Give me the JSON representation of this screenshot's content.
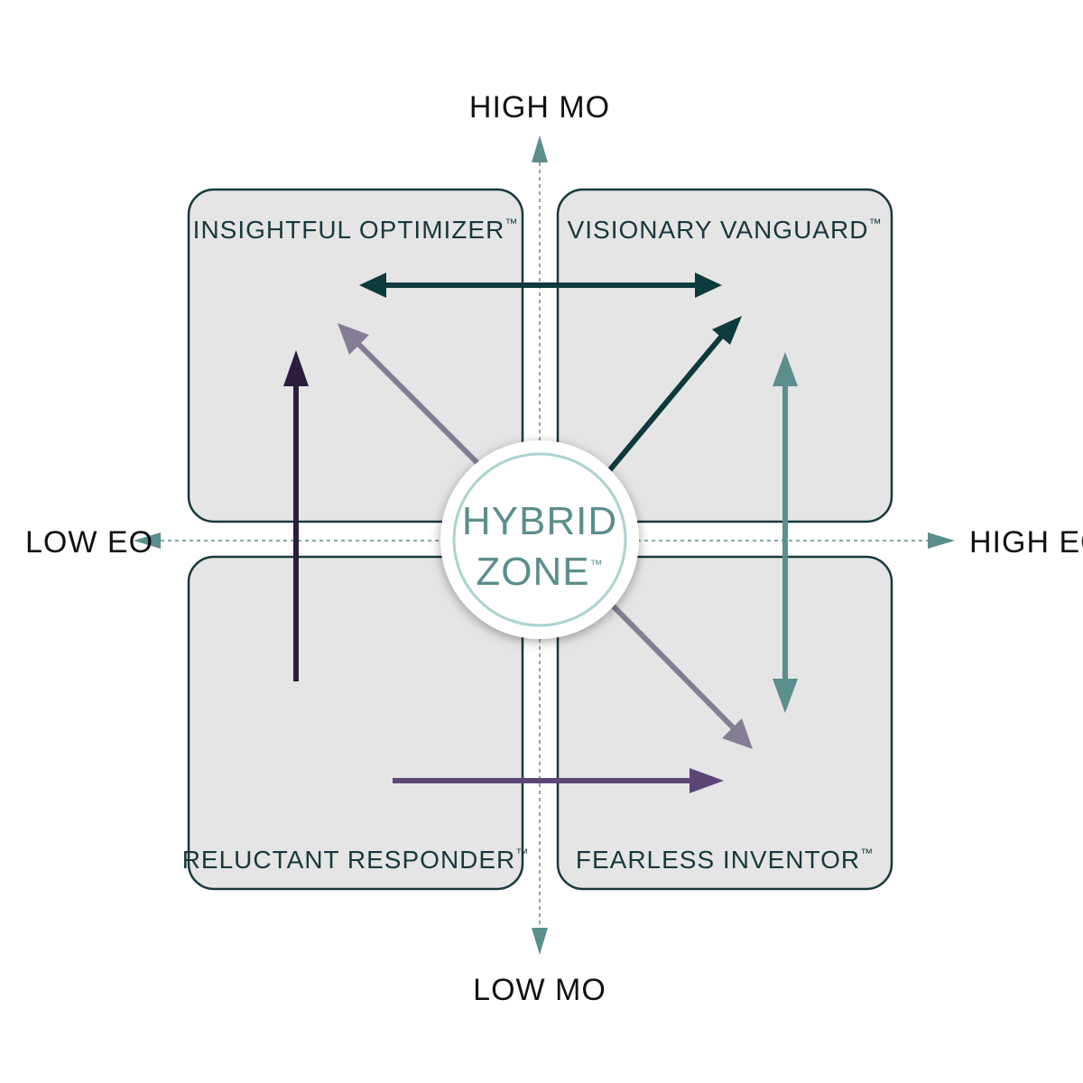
{
  "colors": {
    "quadrant_fill": "#e5e5e6",
    "quadrant_stroke": "#17393c",
    "axis": "#5b8e8c",
    "dark_teal": "#0d3a3c",
    "mid_teal": "#5b8e8c",
    "gray_purple": "#857d94",
    "dark_purple": "#2b1d3d",
    "purple": "#5b4677",
    "hz_ring": "#a9d3cf"
  },
  "axes": {
    "top": "HIGH MO",
    "bottom": "LOW MO",
    "left": "LOW EO",
    "right": "HIGH EO"
  },
  "quadrants": {
    "top_left": {
      "name": "INSIGHTFUL OPTIMIZER",
      "tm": "™"
    },
    "top_right": {
      "name": "VISIONARY VANGUARD",
      "tm": "™"
    },
    "bottom_left": {
      "name": "RELUCTANT RESPONDER",
      "tm": "™"
    },
    "bottom_right": {
      "name": "FEARLESS INVENTOR",
      "tm": "™"
    }
  },
  "center": {
    "line1": "HYBRID",
    "line2": "ZONE",
    "tm": "™"
  },
  "icons": {
    "arrow": "arrow-icon",
    "double_arrow": "double-arrow-icon"
  }
}
